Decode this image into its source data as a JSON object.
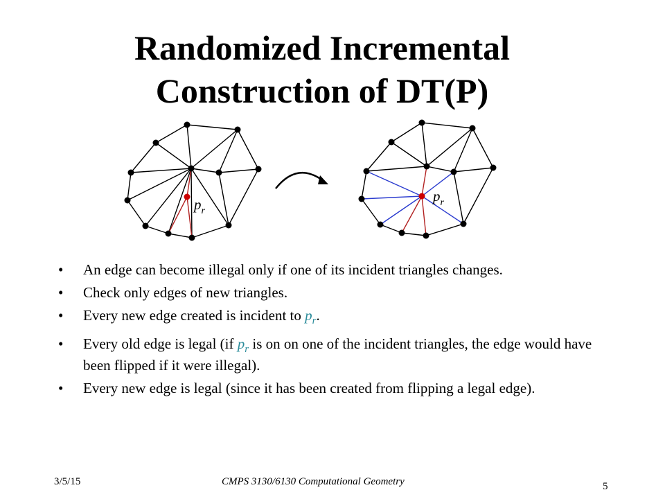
{
  "title": {
    "line1": "Randomized Incremental",
    "line2": "Construction of DT(P)"
  },
  "diagram": {
    "point_label": "p",
    "point_subscript": "r",
    "colors": {
      "node": "#000000",
      "new_point": "#cc0000",
      "red_edge": "#b22222",
      "blue_edge": "#2b3ccf",
      "edge": "#000000"
    }
  },
  "bullets": [
    {
      "parts": [
        {
          "text": "An edge can become illegal only if one of its incident triangles changes."
        }
      ]
    },
    {
      "parts": [
        {
          "text": "Check only edges of new triangles."
        }
      ]
    },
    {
      "parts": [
        {
          "text": "Every new edge created is incident to "
        },
        {
          "text": "p",
          "var": true
        },
        {
          "text": "r",
          "sub": true,
          "var": true
        },
        {
          "text": "."
        }
      ]
    },
    {
      "parts": [
        {
          "text": "Every old edge is legal (if "
        },
        {
          "text": "p",
          "var": true
        },
        {
          "text": "r",
          "sub": true,
          "var": true
        },
        {
          "text": " is on on one of the incident triangles, the edge would have been flipped if it were illegal)."
        }
      ]
    },
    {
      "parts": [
        {
          "text": "Every new edge is legal (since it has been created from flipping a legal edge)."
        }
      ]
    }
  ],
  "bullet_char": "•",
  "footer": {
    "date": "3/5/15",
    "course": "CMPS 3130/6130 Computational Geometry",
    "page": "5"
  }
}
